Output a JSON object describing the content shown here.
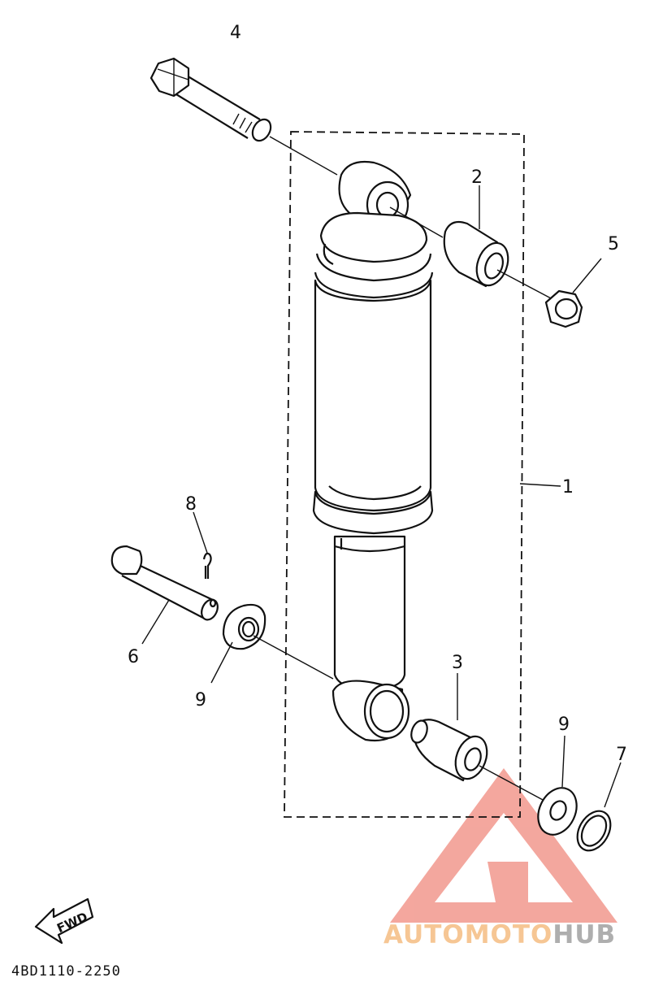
{
  "diagram": {
    "callouts": [
      {
        "id": "1",
        "label": "1"
      },
      {
        "id": "2",
        "label": "2"
      },
      {
        "id": "3",
        "label": "3"
      },
      {
        "id": "4",
        "label": "4"
      },
      {
        "id": "5",
        "label": "5"
      },
      {
        "id": "6",
        "label": "6"
      },
      {
        "id": "7",
        "label": "7"
      },
      {
        "id": "8",
        "label": "8"
      },
      {
        "id": "9a",
        "label": "9"
      },
      {
        "id": "9b",
        "label": "9"
      }
    ],
    "direction_badge": "FWD",
    "part_code": "4BD1110-2250"
  },
  "watermark": {
    "brand_part1": "AUTOMOTO",
    "brand_part2": "HUB",
    "color_primary": "#f08a7e",
    "color_accent": "#f4b97a",
    "color_secondary": "#9a9a9a"
  },
  "colors": {
    "line": "#111111",
    "background": "#ffffff"
  }
}
